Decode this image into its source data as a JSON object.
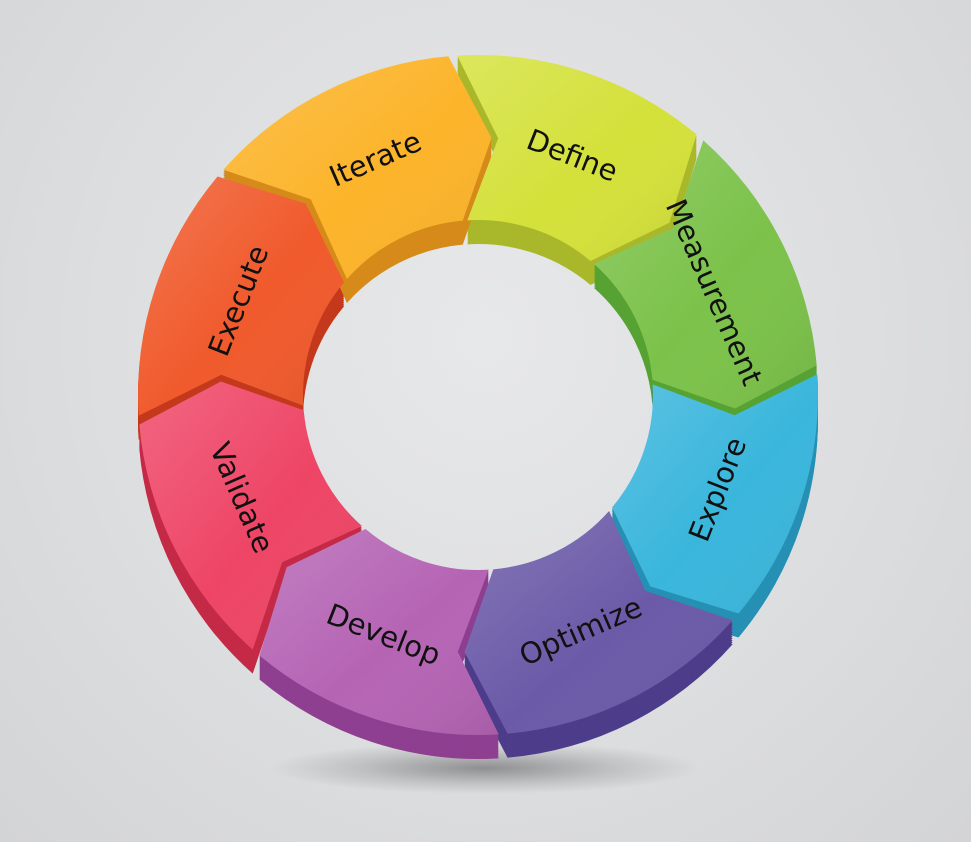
{
  "diagram": {
    "stages": [
      {
        "id": "define",
        "label": "Define",
        "top": "#d4e13a",
        "side": "#a9b82a"
      },
      {
        "id": "measurement",
        "label": "Measurement",
        "top": "#7cc24a",
        "side": "#56a232"
      },
      {
        "id": "explore",
        "label": "Explore",
        "top": "#3ab6dc",
        "side": "#2690b4"
      },
      {
        "id": "optimize",
        "label": "Optimize",
        "top": "#6b5aa8",
        "side": "#4d3c8a"
      },
      {
        "id": "develop",
        "label": "Develop",
        "top": "#b564b4",
        "side": "#8e3f90"
      },
      {
        "id": "validate",
        "label": "Validate",
        "top": "#ee4566",
        "side": "#c42a46"
      },
      {
        "id": "execute",
        "label": "Execute",
        "top": "#f05a2c",
        "side": "#c4381c"
      },
      {
        "id": "iterate",
        "label": "Iterate",
        "top": "#fcb42a",
        "side": "#d68a1a"
      }
    ]
  }
}
